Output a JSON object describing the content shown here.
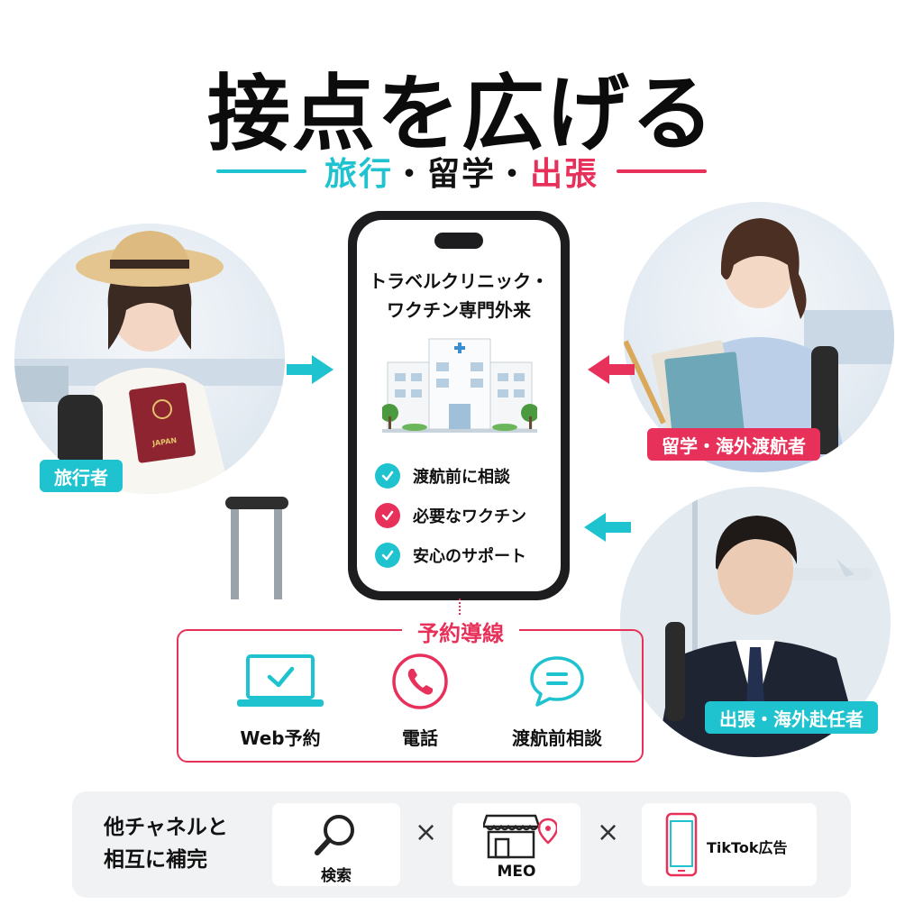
{
  "title": "接点を広げる",
  "subtitle": {
    "part1": "旅行",
    "dot1": "・",
    "part2": "留学",
    "dot2": "・",
    "part3": "出張"
  },
  "personas": [
    {
      "label": "旅行者",
      "passport_text": "JAPAN"
    },
    {
      "label": "留学・海外渡航者"
    },
    {
      "label": "出張・海外赴任者"
    }
  ],
  "phone": {
    "title_line1": "トラベルクリニック・",
    "title_line2": "ワクチン専門外来",
    "checks": [
      {
        "text": "渡航前に相談"
      },
      {
        "text": "必要なワクチン"
      },
      {
        "text": "安心のサポート"
      }
    ]
  },
  "booking": {
    "title": "予約導線",
    "items": [
      {
        "label": "Web予約",
        "icon": "laptop-check-icon"
      },
      {
        "label": "電話",
        "icon": "phone-icon"
      },
      {
        "label": "渡航前相談",
        "icon": "chat-bubble-icon"
      }
    ]
  },
  "footer": {
    "label_line1": "他チャネルと",
    "label_line2": "相互に補完",
    "channels": [
      {
        "label": "検索",
        "icon": "magnifier-icon"
      },
      {
        "label": "MEO",
        "icon": "storefront-pin-icon"
      },
      {
        "label": "TikTok広告",
        "icon": "smartphone-icon"
      }
    ],
    "separator": "×"
  },
  "colors": {
    "cyan": "#1ec3cf",
    "pink": "#e8315a",
    "dark": "#111111"
  }
}
